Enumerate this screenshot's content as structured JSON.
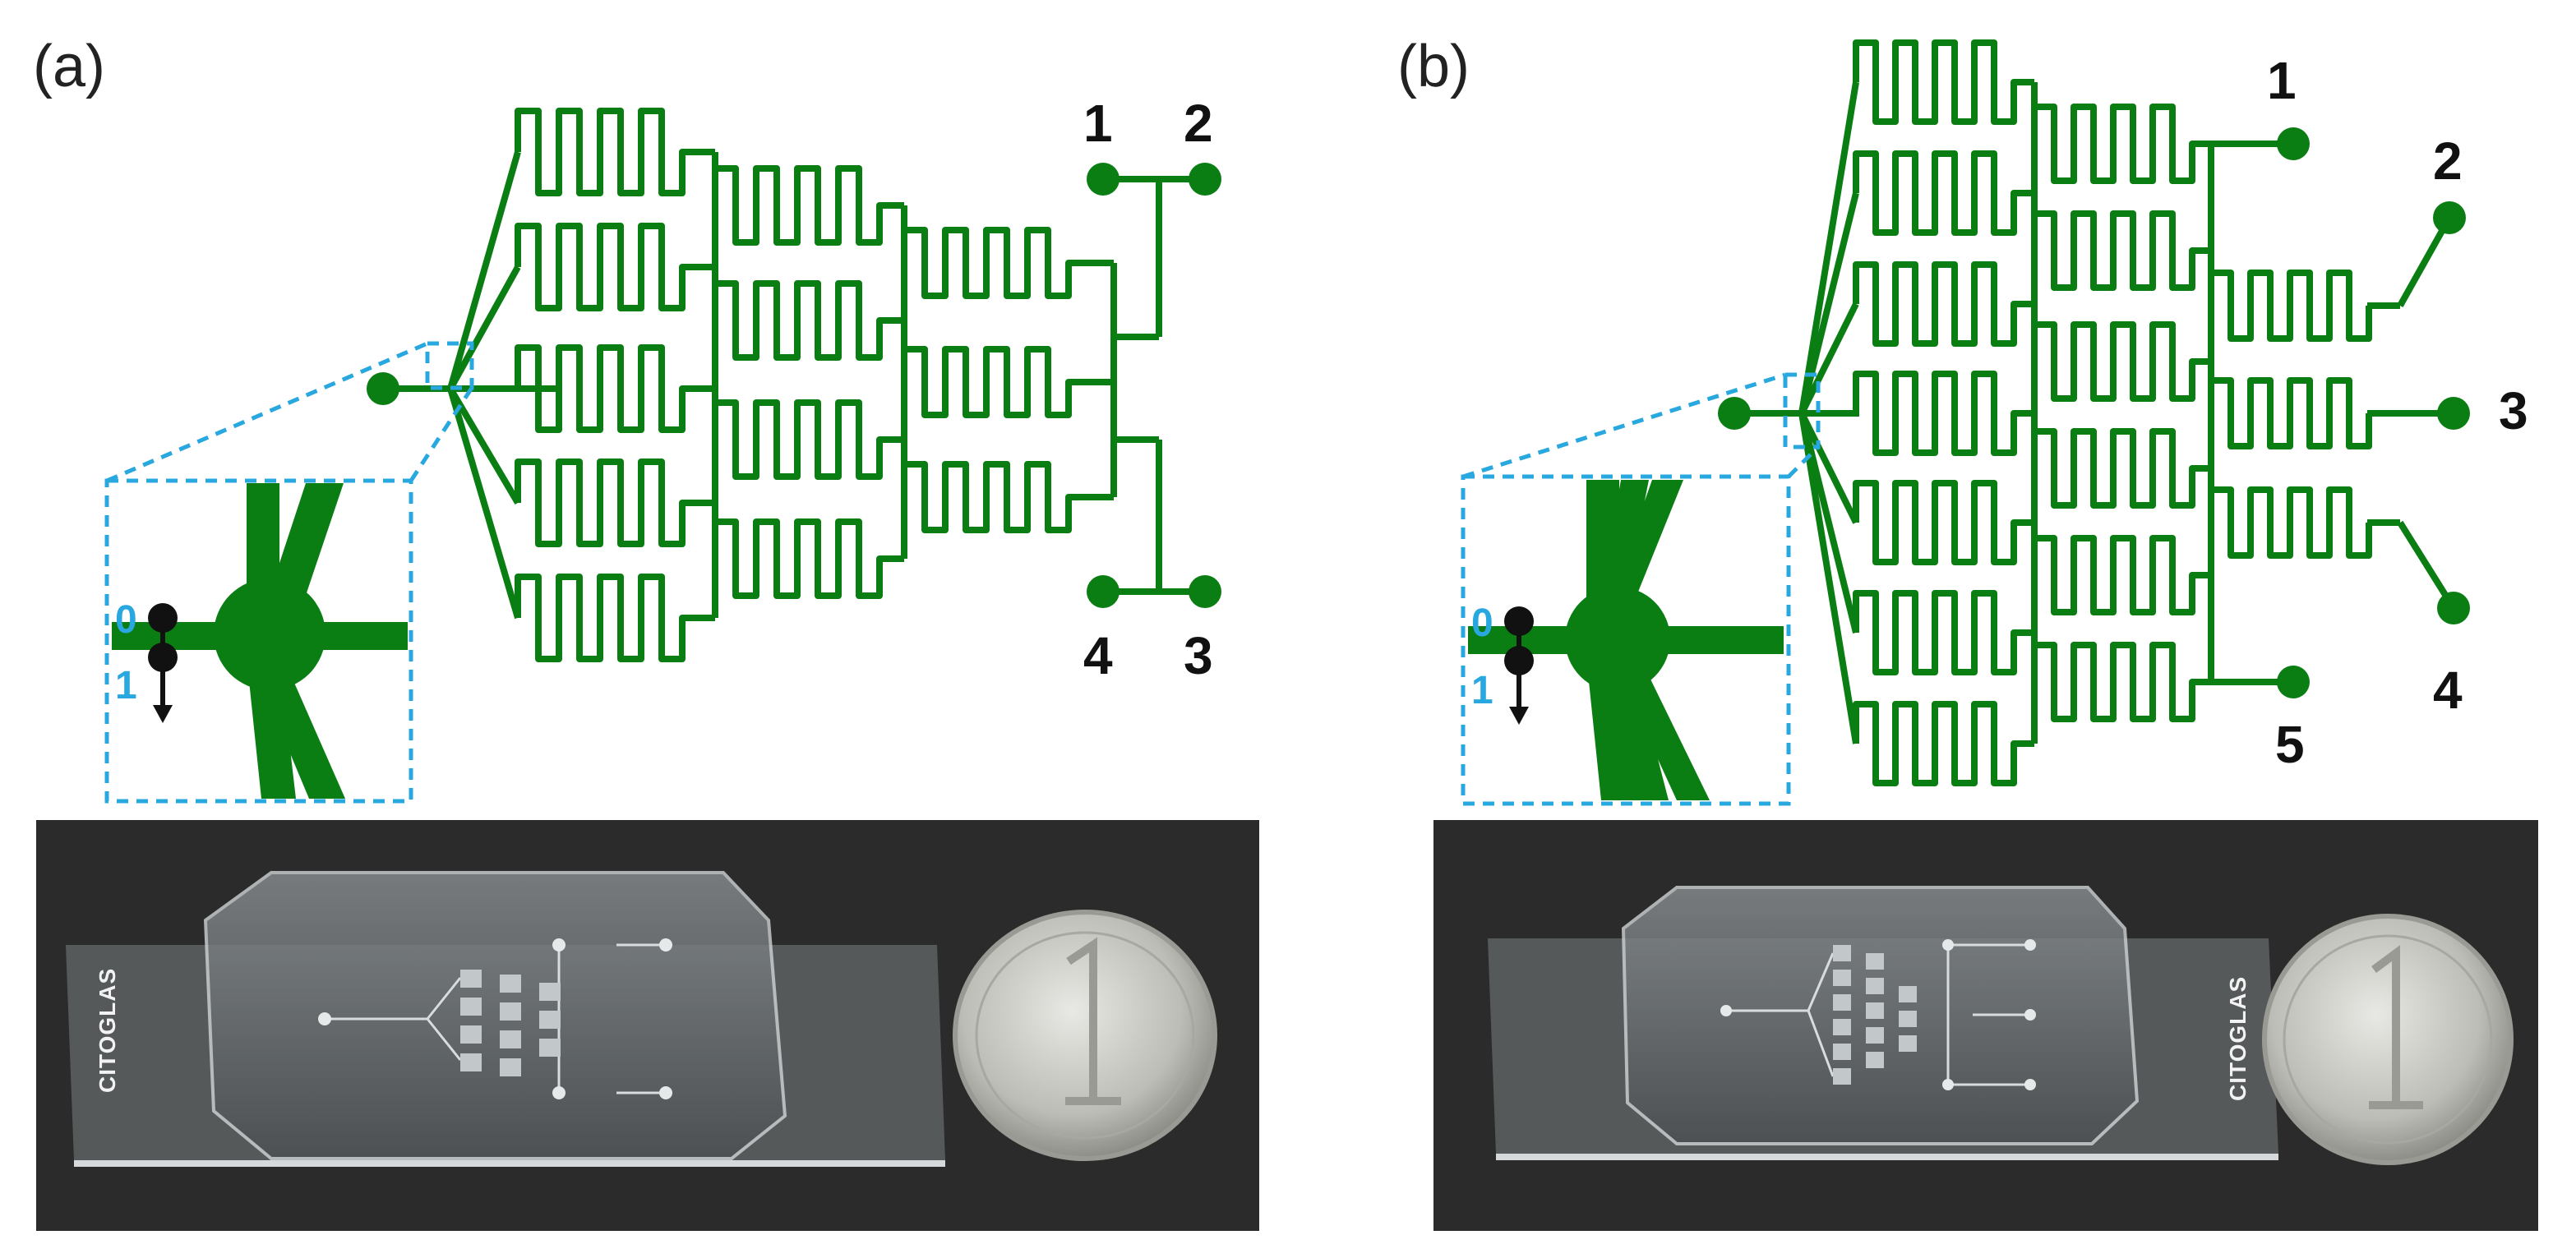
{
  "panels": [
    {
      "label": "(a)",
      "outlets": [
        "1",
        "2",
        "3",
        "4"
      ],
      "zoom": {
        "pos0": "0",
        "pos1": "1"
      },
      "photo_text": "CITOGLAS"
    },
    {
      "label": "(b)",
      "outlets": [
        "1",
        "2",
        "3",
        "4",
        "5"
      ],
      "zoom": {
        "pos0": "0",
        "pos1": "1"
      },
      "photo_text": "CITOGLAS"
    }
  ],
  "colors": {
    "channel": "#0a7d13",
    "zoom_box": "#29a8e0",
    "photo_bg": "#2b2b2b",
    "slide": "#cfd4d6",
    "coin": "#c9c9c4"
  }
}
